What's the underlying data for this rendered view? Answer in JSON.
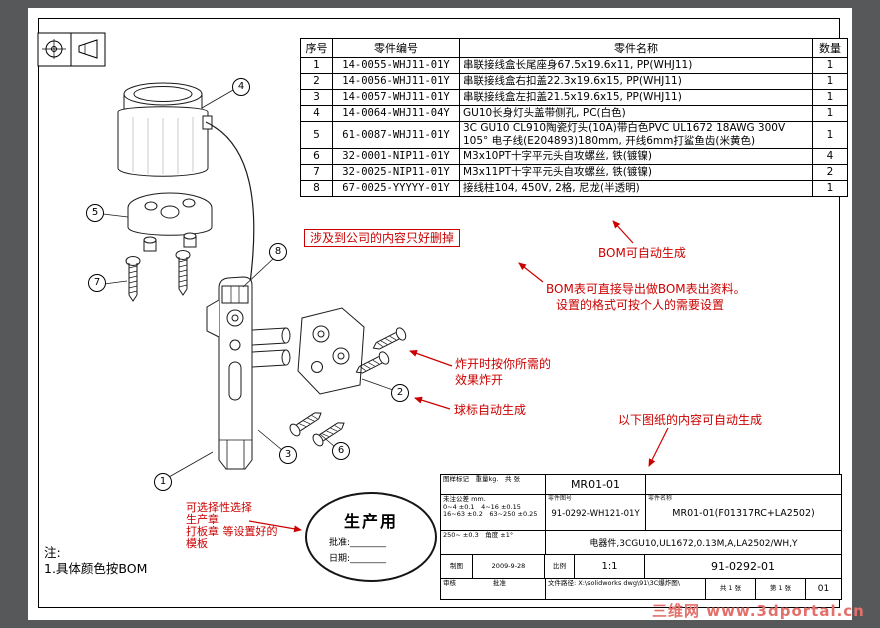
{
  "bom": {
    "headers": {
      "no": "序号",
      "part_no": "零件编号",
      "name": "零件名称",
      "qty": "数量"
    },
    "rows": [
      {
        "no": "1",
        "part_no": "14-0055-WHJ11-01Y",
        "name": "串联接线盒长尾座身67.5x19.6x11, PP(WHJ11)",
        "qty": "1"
      },
      {
        "no": "2",
        "part_no": "14-0056-WHJ11-01Y",
        "name": "串联接线盒右扣盖22.3x19.6x15, PP(WHJ11)",
        "qty": "1"
      },
      {
        "no": "3",
        "part_no": "14-0057-WHJ11-01Y",
        "name": "串联接线盒左扣盖21.5x19.6x15, PP(WHJ11)",
        "qty": "1"
      },
      {
        "no": "4",
        "part_no": "14-0064-WHJ11-04Y",
        "name": "GU10长身灯头盖带侧孔, PC(白色)",
        "qty": "1"
      },
      {
        "no": "5",
        "part_no": "61-0087-WHJ11-01Y",
        "name": "3C GU10 CL910陶瓷灯头(10A)带白色PVC UL1672 18AWG 300V 105° 电子线(E204893)180mm, 开线6mm打鲨鱼齿(米黄色)",
        "qty": "1"
      },
      {
        "no": "6",
        "part_no": "32-0001-NIP11-01Y",
        "name": "M3x10PT十字平元头自攻螺丝, 铁(镀镍)",
        "qty": "4"
      },
      {
        "no": "7",
        "part_no": "32-0025-NIP11-01Y",
        "name": "M3x11PT十字平元头自攻螺丝, 铁(镀镍)",
        "qty": "2"
      },
      {
        "no": "8",
        "part_no": "67-0025-YYYYY-01Y",
        "name": "接线柱104, 450V, 2格, 尼龙(半透明)",
        "qty": "1"
      }
    ]
  },
  "balloons": [
    "1",
    "2",
    "3",
    "4",
    "5",
    "6",
    "7",
    "8"
  ],
  "red_notes": {
    "boxed": "涉及到公司的内容只好删掉",
    "bom_auto": "BOM可自动生成",
    "export_line1": "BOM表可直接导出做BOM表出资料。",
    "export_line2": "设置的格式可按个人的需要设置",
    "explode_line1": "炸开时按你所需的",
    "explode_line2": "效果炸开",
    "balloon_auto": "球标自动生成",
    "below_auto": "以下图纸的内容可自动生成",
    "stamp_line1": "可选择性选择",
    "stamp_line2": "生产章",
    "stamp_line3": "打板章 等设置好的",
    "stamp_line4": "模板"
  },
  "stamp": {
    "title": "生产用",
    "approve": "批准:________",
    "date": "日期:________"
  },
  "notes": {
    "title": "注:",
    "line1": "1.具体颜色按BOM"
  },
  "titleblock": {
    "header_small": "图样标记　重量kg.　共 张",
    "model": "MR01-01",
    "part_no_label": "零件图号",
    "part_name_label": "零件名称",
    "part_no": "91-0292-WH121-01Y",
    "part_name": "MR01-01(F01317RC+LA2502)",
    "tol_line1": "未注公差 mm.",
    "tol_line2": "0~4 ±0.1　4~16 ±0.15",
    "tol_line3": "16~63 ±0.2　63~250 ±0.25",
    "tol_line4": "250~ ±0.3　角度 ±1°",
    "product": "电器件,3CGU10,UL1672,0.13M,A,LA2502/WH,Y",
    "draw_label": "制图",
    "draw_date": "2009-9-28",
    "scale_label": "比例",
    "scale": "1:1",
    "drawing_no": "91-0292-01",
    "check_label": "审核",
    "approve_label": "批准",
    "path_label": "文件路径:",
    "path": "X:\\solidworks dwg\\91\\3C爆炸图\\",
    "sheets_total": "共 1 张",
    "sheet_no": "第 1 张",
    "version": "01"
  },
  "watermark": "三维网 www.3dportal.cn"
}
